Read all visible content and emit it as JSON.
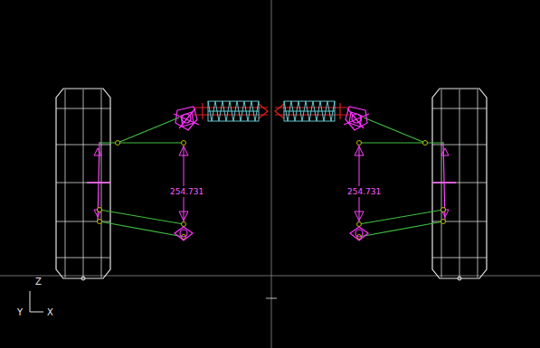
{
  "diagram": {
    "labels": [
      "254.731",
      "254.731",
      "Z",
      "Y",
      "X"
    ]
  }
}
